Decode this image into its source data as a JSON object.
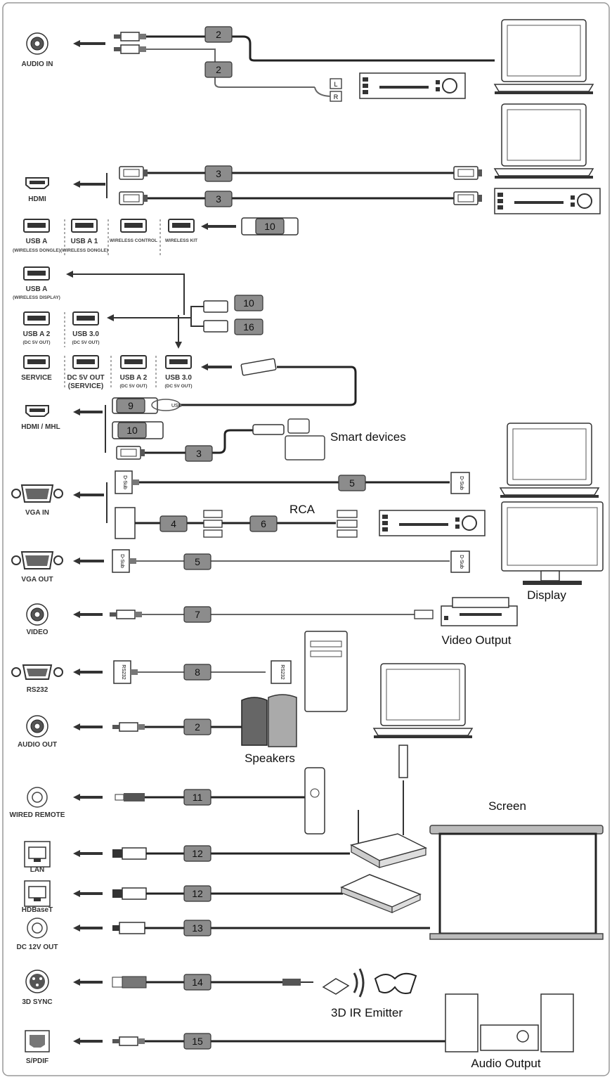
{
  "ports": {
    "audio_in": "AUDIO IN",
    "hdmi": "HDMI",
    "usb_a_wireless_dongle": "USB A",
    "usb_a_wireless_dongle_sub": "(WIRELESS DONGLE)",
    "usb_a1": "USB A 1",
    "usb_a1_sub": "(WIRELESS DONGLE)",
    "wireless_control": "WIRELESS CONTROL",
    "wireless_kit": "WIRELESS KIT",
    "usb_a_wireless_display": "USB A",
    "usb_a_wireless_display_sub": "(WIRELESS DISPLAY)",
    "usb_a2": "USB A 2",
    "usb_a2_sub": "(DC 5V OUT)",
    "usb30": "USB 3.0",
    "usb30_sub": "(DC 5V OUT)",
    "service": "SERVICE",
    "dc5v_out": "DC 5V OUT",
    "dc5v_out_sub": "(SERVICE)",
    "usb_a2b": "USB A 2",
    "usb_a2b_sub": "(DC 5V OUT)",
    "usb30b": "USB 3.0",
    "usb30b_sub": "(DC 5V OUT)",
    "hdmi_mhl": "HDMI / MHL",
    "vga_in": "VGA IN",
    "vga_out": "VGA OUT",
    "video": "VIDEO",
    "rs232": "RS232",
    "audio_out": "AUDIO OUT",
    "wired_remote": "WIRED REMOTE",
    "lan": "LAN",
    "hdbt": "HDBaseT",
    "dc12v_out": "DC 12V OUT",
    "sync_3d": "3D SYNC",
    "spdif": "S/PDIF"
  },
  "devices": {
    "smart_devices": "Smart devices",
    "rca": "RCA",
    "display": "Display",
    "video_output": "Video Output",
    "speakers": "Speakers",
    "screen": "Screen",
    "ir_emitter": "3D IR Emitter",
    "audio_output": "Audio Output"
  },
  "connectors": {
    "d_sub": "D-Sub",
    "rs232": "RS232",
    "usb": "USB",
    "l": "L",
    "r": "R"
  },
  "badges": {
    "b2a": "2",
    "b2b": "2",
    "b3a": "3",
    "b3b": "3",
    "b10a": "10",
    "b10b": "10",
    "b16": "16",
    "b9": "9",
    "b10c": "10",
    "b3c": "3",
    "b5a": "5",
    "b4": "4",
    "b6": "6",
    "b5b": "5",
    "b7": "7",
    "b8": "8",
    "b2c": "2",
    "b11": "11",
    "b12a": "12",
    "b12b": "12",
    "b13": "13",
    "b14": "14",
    "b15": "15"
  }
}
